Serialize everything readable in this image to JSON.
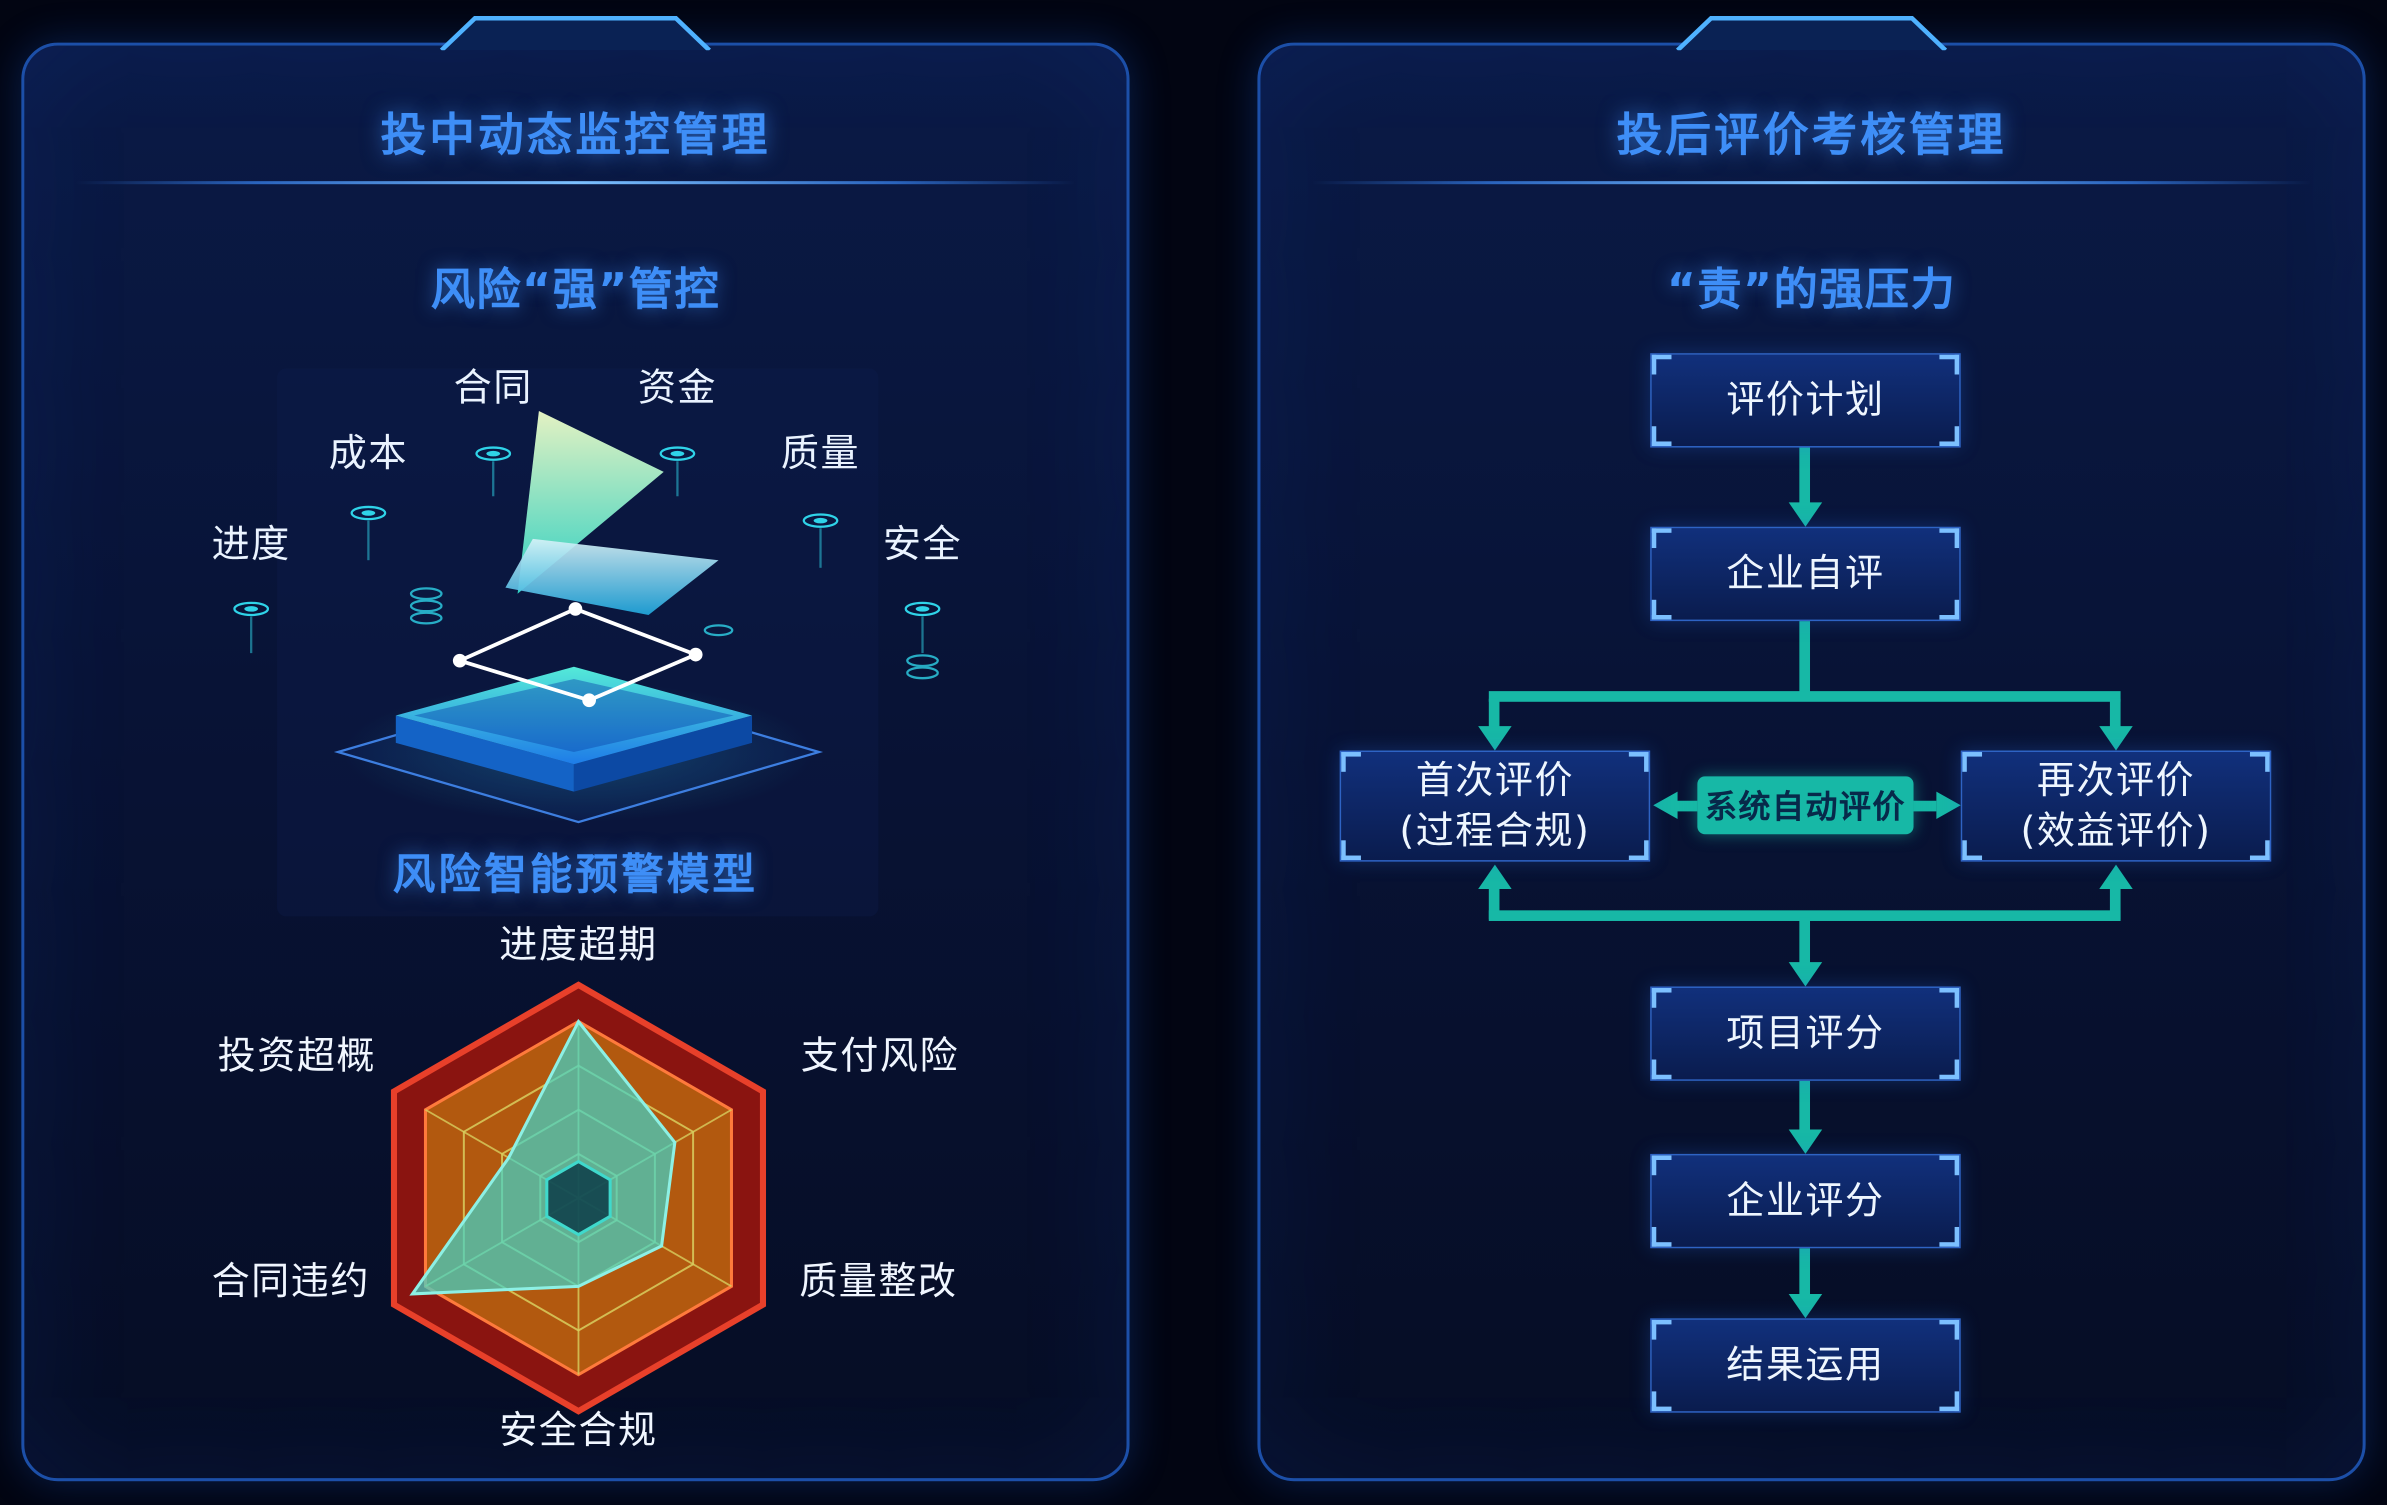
{
  "colors": {
    "background": "#020512",
    "panel_border": "#1C4FA8",
    "title_blue": "#3E8EF7",
    "box_border": "#2E63C4",
    "box_corner": "#7CC0FF",
    "arrow_teal": "#17B8A6",
    "pill_bg": "#17B8A6",
    "pill_text": "#07294A",
    "label_white": "#EAF3FF"
  },
  "left_panel": {
    "title": "投中动态监控管理",
    "subtitle": "风险“强”管控",
    "risk_labels": [
      "合同",
      "资金",
      "成本",
      "质量",
      "进度",
      "安全"
    ]
  },
  "chart_data": {
    "type": "radar",
    "title": "风险智能预警模型",
    "labels": [
      "进度超期",
      "支付风险",
      "质量整改",
      "安全合规",
      "合同违约",
      "投资超概"
    ],
    "values": [
      0.92,
      0.58,
      0.5,
      0.46,
      1.0,
      0.42
    ],
    "max": 1,
    "levels": 4,
    "legend": [],
    "colors": {
      "ring_fill": "#8A1410",
      "ring_edge": "#E8402A",
      "inner_fill": "#B2590F",
      "inner_edge": "#FF7A3C",
      "grid": "#D8CF5F",
      "data_fill": "rgba(62,214,204,0.7)",
      "data_edge": "#8DF0E4",
      "center_fill": "rgba(12,60,72,0.85)",
      "center_edge": "#3FD9CC"
    }
  },
  "right_panel": {
    "title": "投后评价考核管理",
    "subtitle": "“责”的强压力",
    "flow": {
      "plan": "评价计划",
      "self_eval": "企业自评",
      "first_eval": "首次评价\n(过程合规)",
      "second_eval": "再次评价\n(效益评价)",
      "auto_eval": "系统自动评价",
      "project_score": "项目评分",
      "enterprise_score": "企业评分",
      "result_use": "结果运用"
    }
  }
}
